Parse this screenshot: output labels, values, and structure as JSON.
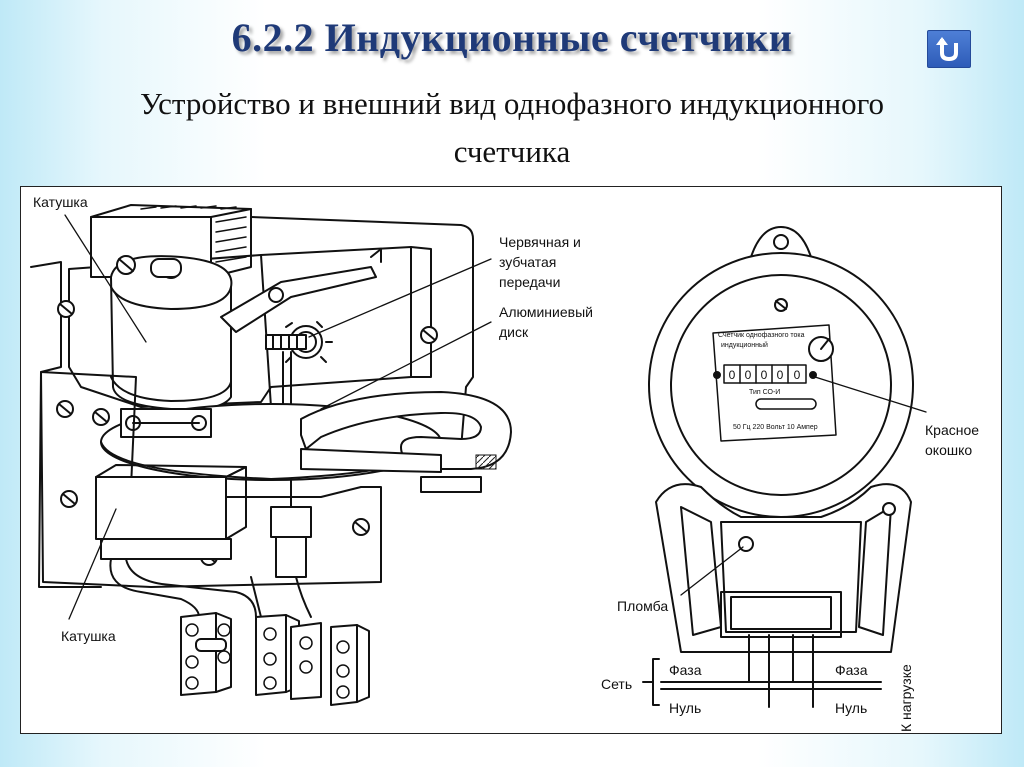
{
  "slide": {
    "title": "6.2.2 Индукционные счетчики",
    "subtitle_line1": "Устройство и внешний вид однофазного индукционного",
    "subtitle_line2": "счетчика",
    "nav_icon": "return-arrow-icon"
  },
  "diagram": {
    "labels": {
      "coil_top": "Катушка",
      "coil_bottom": "Катушка",
      "worm_gear": [
        "Червячная и",
        "зубчатая",
        "передачи"
      ],
      "aluminum_disk": [
        "Алюминиевый",
        "диск"
      ],
      "red_window": [
        "Красное",
        "окошко"
      ],
      "seal": "Пломба",
      "network": "Сеть",
      "phase_left": "Фаза",
      "phase_right": "Фаза",
      "neutral_left": "Нуль",
      "neutral_right": "Нуль",
      "to_load": "К нагрузке"
    },
    "counter_digits": [
      "0",
      "0",
      "0",
      "0",
      "0"
    ],
    "nameplate_text": [
      "Счетчик однофазного тока",
      "индукционный",
      "Тип СО-И",
      "50 Гц   220 Вольт  10 Ампер"
    ]
  }
}
